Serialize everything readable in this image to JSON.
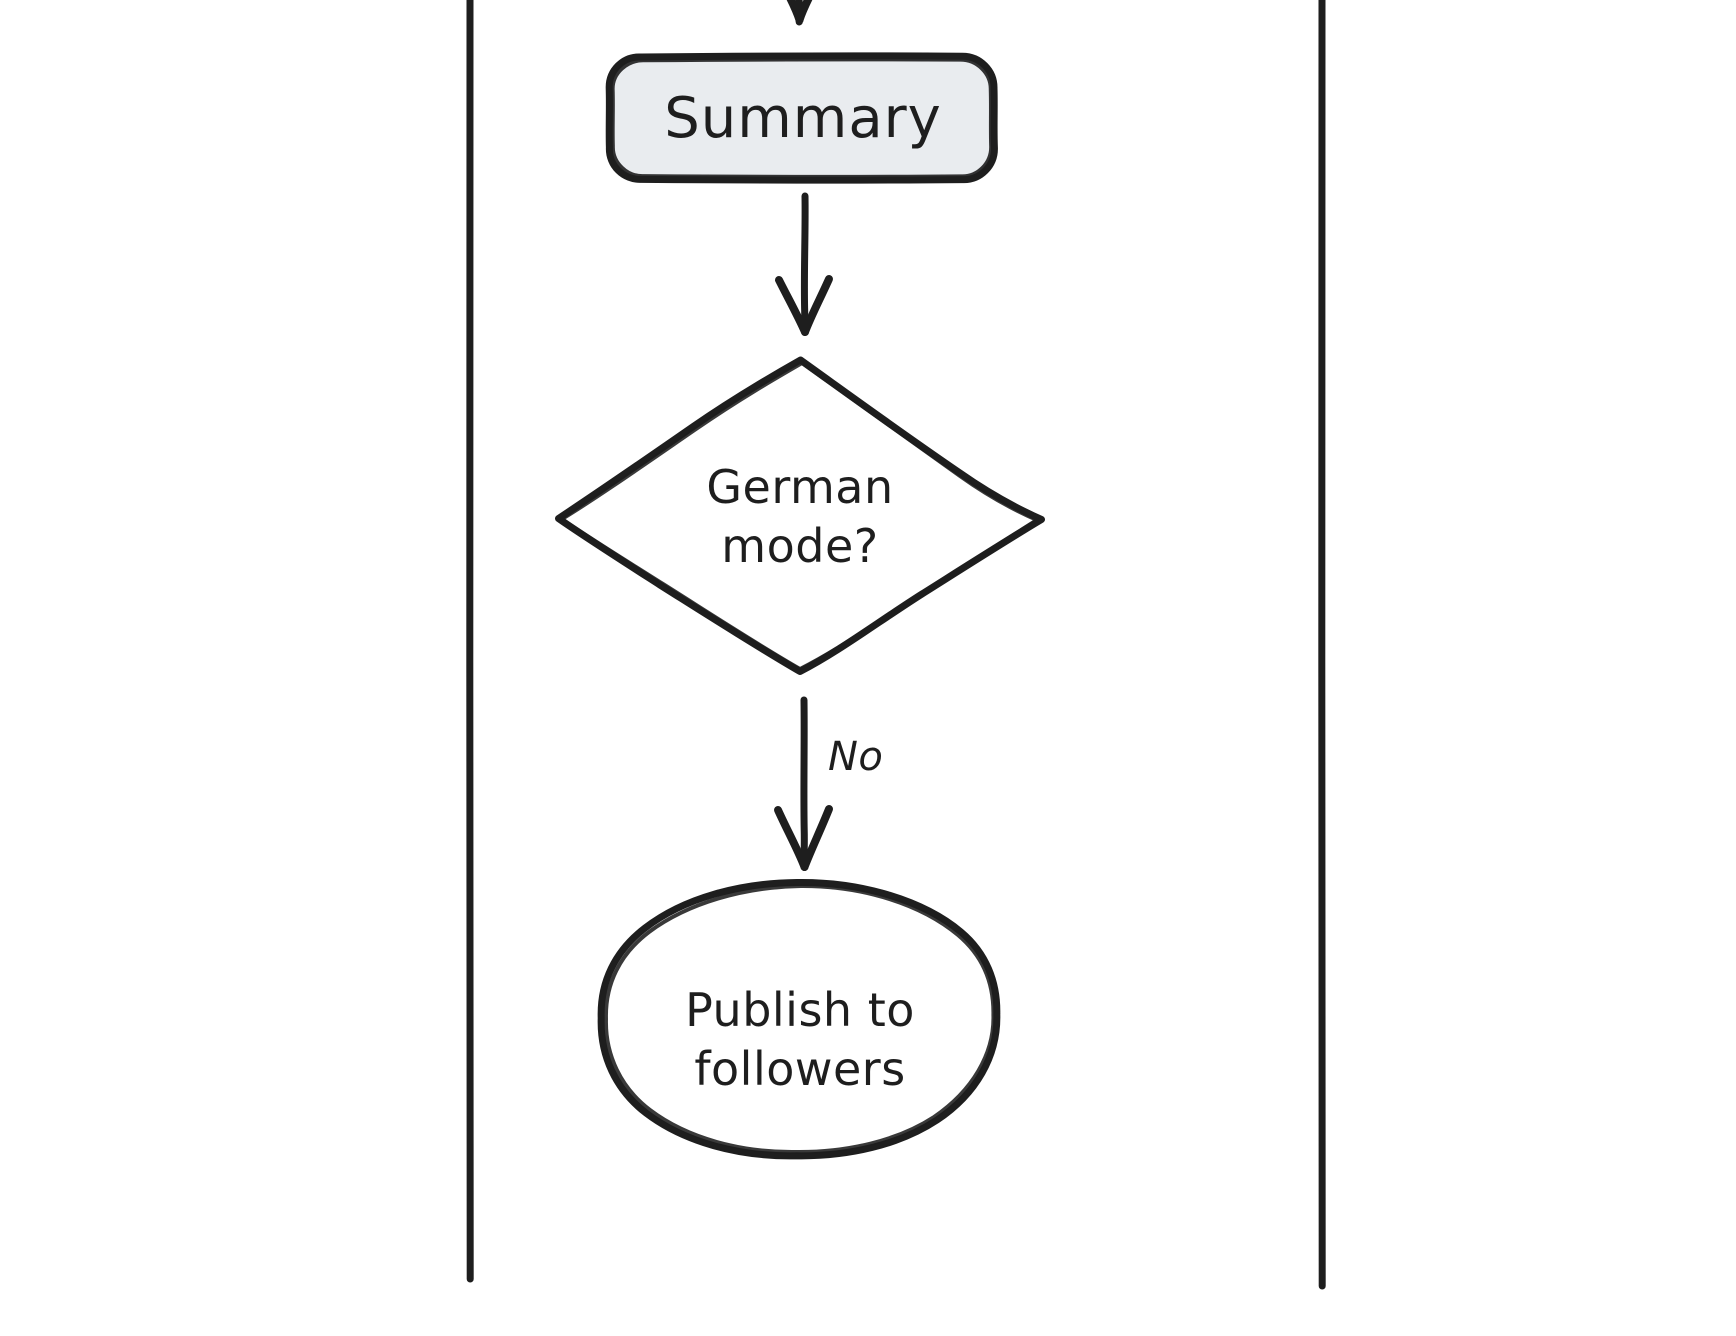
{
  "diagram": {
    "type": "flowchart",
    "style": "hand-drawn",
    "background_color": "#ffffff",
    "stroke_color": "#1e1e1e",
    "title": ""
  },
  "lanes": [
    {
      "name": "left-lane-divider",
      "orientation": "vertical"
    },
    {
      "name": "right-lane-divider",
      "orientation": "vertical"
    }
  ],
  "nodes": [
    {
      "id": "summary",
      "shape": "rounded-rectangle",
      "label": "Summary",
      "fill_color": "#e9ecef",
      "stroke_color": "#1e1e1e"
    },
    {
      "id": "german_mode",
      "shape": "diamond",
      "label": "German\nmode?",
      "fill_color": "#ffffff",
      "stroke_color": "#1e1e1e"
    },
    {
      "id": "publish",
      "shape": "ellipse",
      "label": "Publish to\nfollowers",
      "fill_color": "#ffffff",
      "stroke_color": "#1e1e1e"
    }
  ],
  "edges": [
    {
      "id": "edge-incoming",
      "from": "",
      "to": "summary",
      "label": "",
      "arrow": "down"
    },
    {
      "id": "edge-summary-to-decision",
      "from": "summary",
      "to": "german_mode",
      "label": "",
      "arrow": "down"
    },
    {
      "id": "edge-decision-to-publish",
      "from": "german_mode",
      "to": "publish",
      "label": "No",
      "arrow": "down"
    }
  ]
}
